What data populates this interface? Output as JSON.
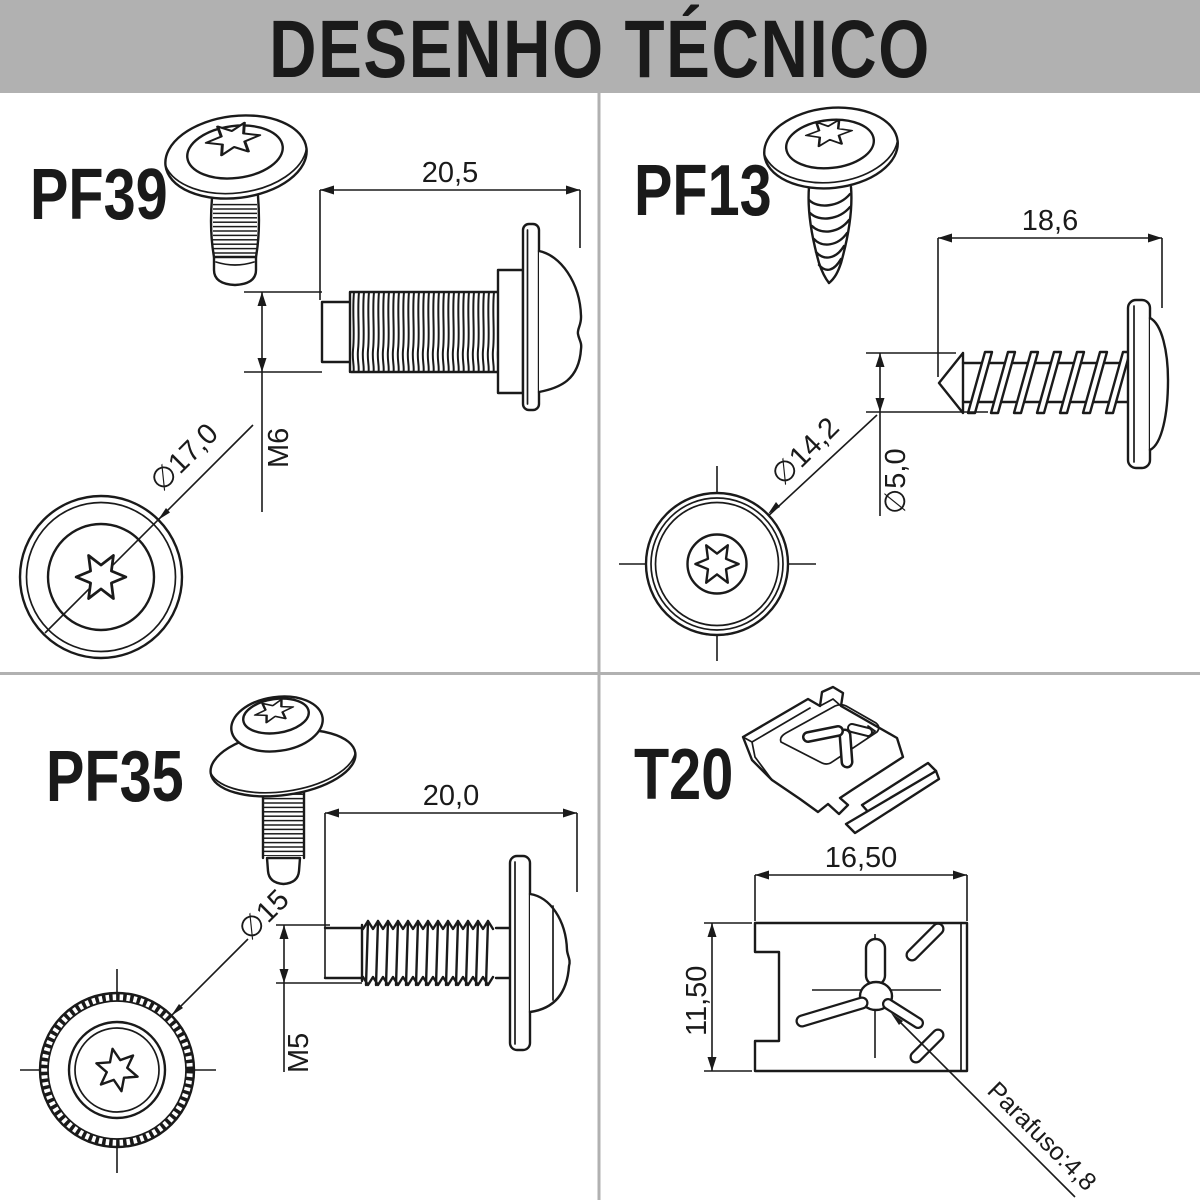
{
  "title": "DESENHO TÉCNICO",
  "colors": {
    "banner": "#b1b1b1",
    "line": "#1a1a1a",
    "background": "#ffffff"
  },
  "parts": {
    "pf39": {
      "label": "PF39",
      "length": "20,5",
      "thread": "M6",
      "head_diameter": "∅17,0"
    },
    "pf13": {
      "label": "PF13",
      "length": "18,6",
      "head_diameter": "∅14,2",
      "thread_diameter": "∅5,0"
    },
    "pf35": {
      "label": "PF35",
      "length": "20,0",
      "head_diameter": "∅15",
      "thread": "M5"
    },
    "t20": {
      "label": "T20",
      "width": "16,50",
      "height": "11,50",
      "screw_note": "Parafuso:4,8"
    }
  }
}
